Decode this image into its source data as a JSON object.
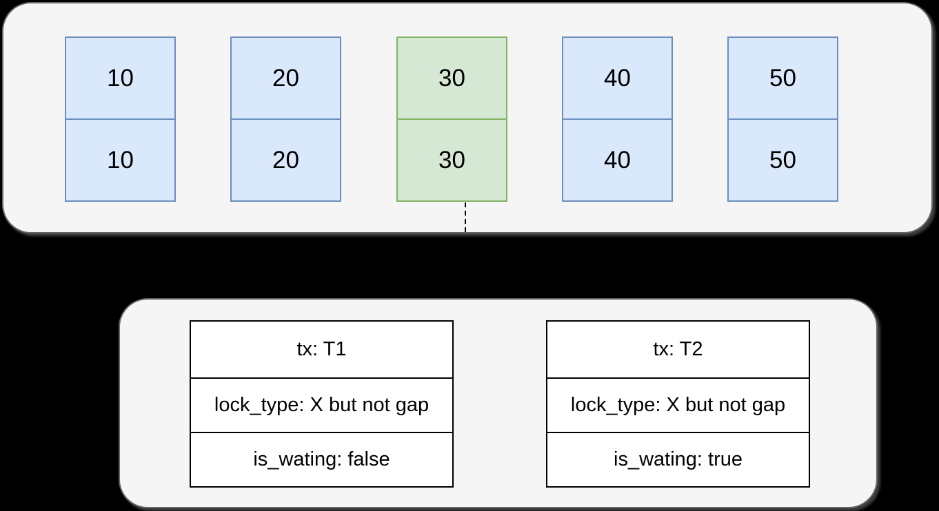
{
  "colors": {
    "background": "#000000",
    "panel_fill": "#f5f5f5",
    "panel_stroke": "#666666",
    "record_blue_fill": "#dae8fc",
    "record_blue_stroke": "#6c8ebf",
    "record_green_fill": "#d5e8d4",
    "record_green_stroke": "#82b366",
    "table_fill": "#ffffff",
    "table_stroke": "#000000",
    "text": "#000000"
  },
  "index_panel": {
    "records": [
      {
        "top": "10",
        "bottom": "10",
        "highlighted": false
      },
      {
        "top": "20",
        "bottom": "20",
        "highlighted": false
      },
      {
        "top": "30",
        "bottom": "30",
        "highlighted": true
      },
      {
        "top": "40",
        "bottom": "40",
        "highlighted": false
      },
      {
        "top": "50",
        "bottom": "50",
        "highlighted": false
      }
    ]
  },
  "locks_panel": {
    "locks": [
      {
        "rows": [
          "tx: T1",
          "lock_type: X but not gap",
          "is_wating: false"
        ]
      },
      {
        "rows": [
          "tx: T2",
          "lock_type: X but not gap",
          "is_wating: true"
        ]
      }
    ]
  }
}
